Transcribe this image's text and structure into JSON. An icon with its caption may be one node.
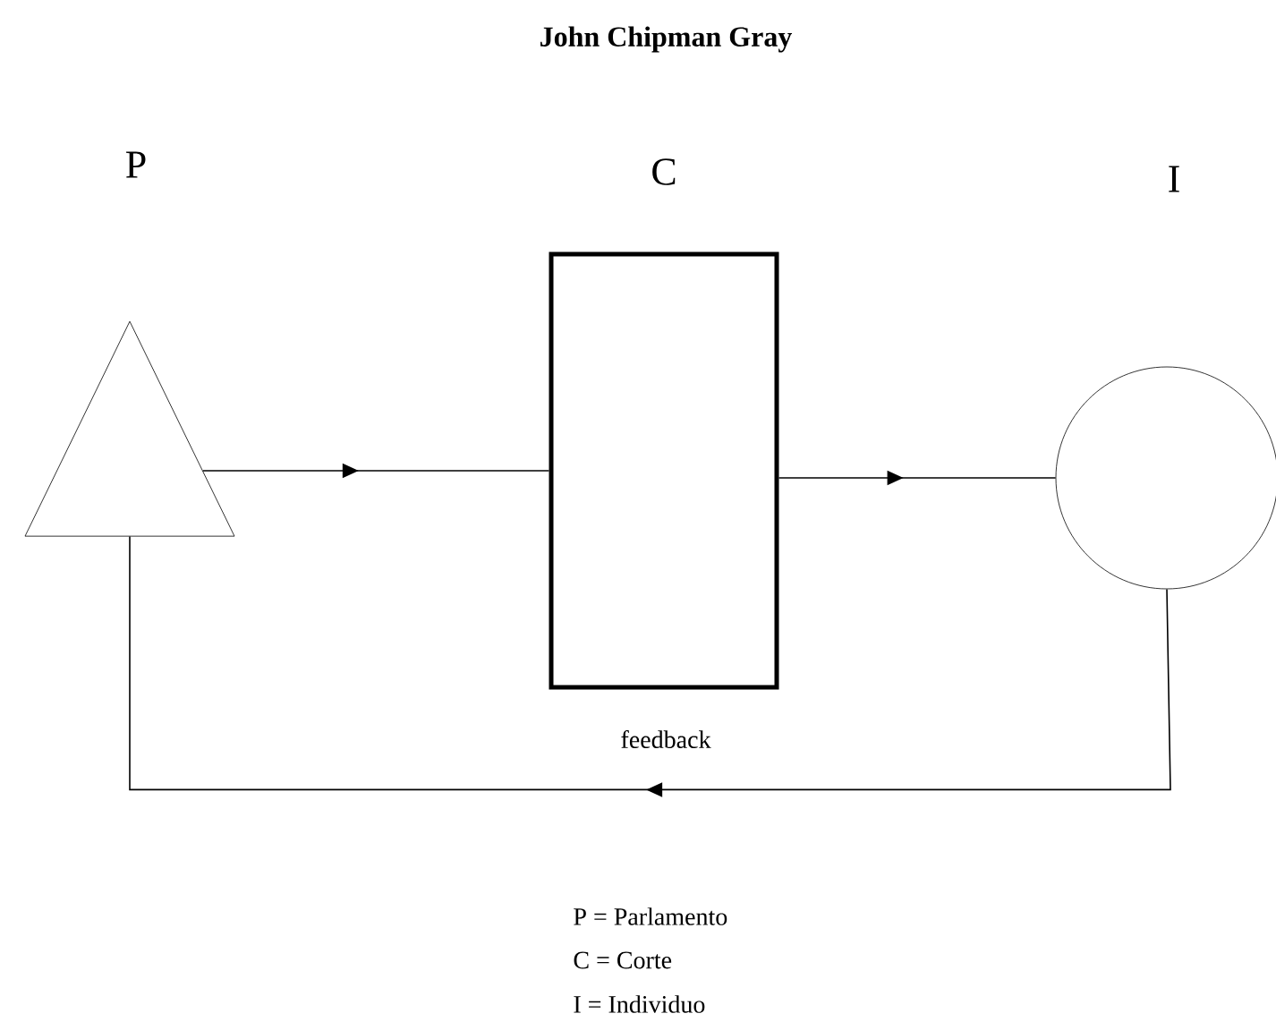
{
  "diagram": {
    "title": "John Chipman Gray",
    "nodes": [
      {
        "text": [
          "P"
        ]
      },
      {
        "text": [
          "C"
        ]
      },
      {
        "text": [
          "I"
        ]
      }
    ],
    "edges": [
      {
        "from": 0,
        "to": 1,
        "arrow": "to"
      },
      {
        "from": 1,
        "to": 2,
        "arrow": "to"
      },
      {
        "from": 2,
        "to": 0,
        "arrow": "to",
        "label": "feedback"
      }
    ],
    "labels": [
      "P = Parlamento",
      "C = Corte",
      "I = Individuo"
    ]
  }
}
